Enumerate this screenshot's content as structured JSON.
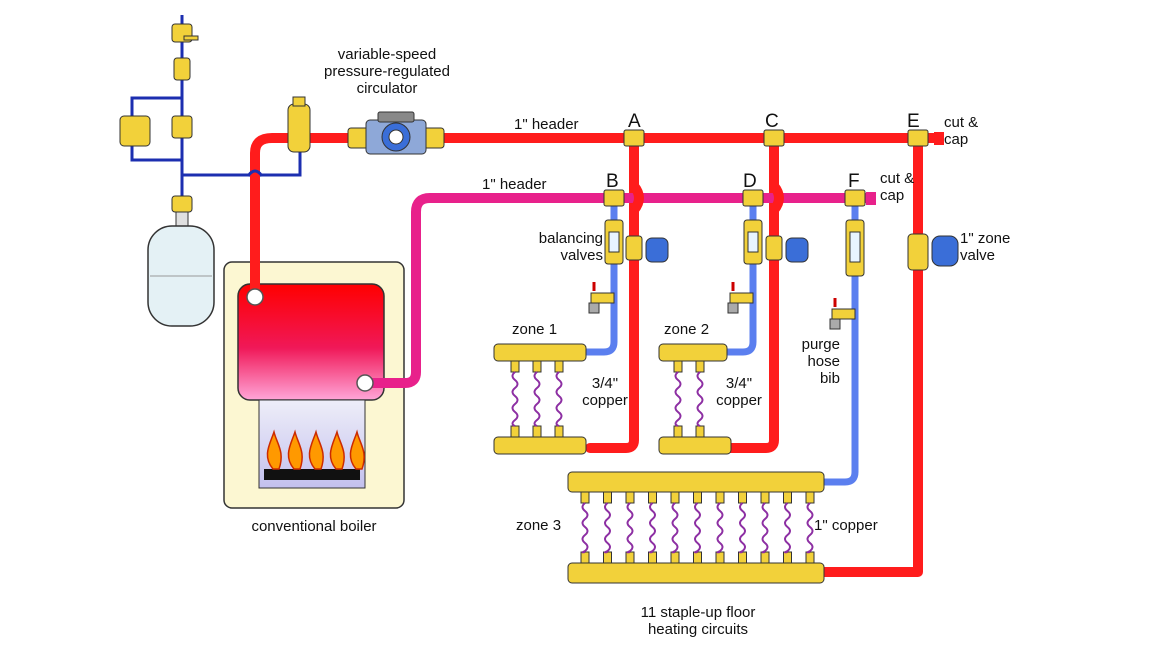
{
  "labels": {
    "circulator": [
      "variable-speed",
      "pressure-regulated",
      "circulator"
    ],
    "header_supply": "1\" header",
    "header_return": "1\" header",
    "letters": {
      "a": "A",
      "b": "B",
      "c": "C",
      "d": "D",
      "e": "E",
      "f": "F"
    },
    "cut_cap_e": [
      "cut &",
      "cap"
    ],
    "cut_cap_f": [
      "cut &",
      "cap"
    ],
    "balancing_valves": [
      "balancing",
      "valves"
    ],
    "zone_valve": [
      "1\" zone",
      "valve"
    ],
    "zone1": "zone 1",
    "zone2": "zone 2",
    "copper1": [
      "3/4\"",
      "copper"
    ],
    "copper2": [
      "3/4\"",
      "copper"
    ],
    "purge": [
      "purge",
      "hose",
      "bib"
    ],
    "zone3": "zone 3",
    "copper3": "1\" copper",
    "boiler": "conventional boiler",
    "circuits": [
      "11 staple-up floor",
      "heating circuits"
    ]
  },
  "colors": {
    "supply": "#ff1c1c",
    "return": "#e8218b",
    "cool": "#5b7fef",
    "fill": "#1c2fb0",
    "brass": "#f2d13a",
    "tube": "#8d2fa3",
    "boiler_cabinet": "#fcf7d2",
    "expansion_tank": "#e4f1f5"
  }
}
